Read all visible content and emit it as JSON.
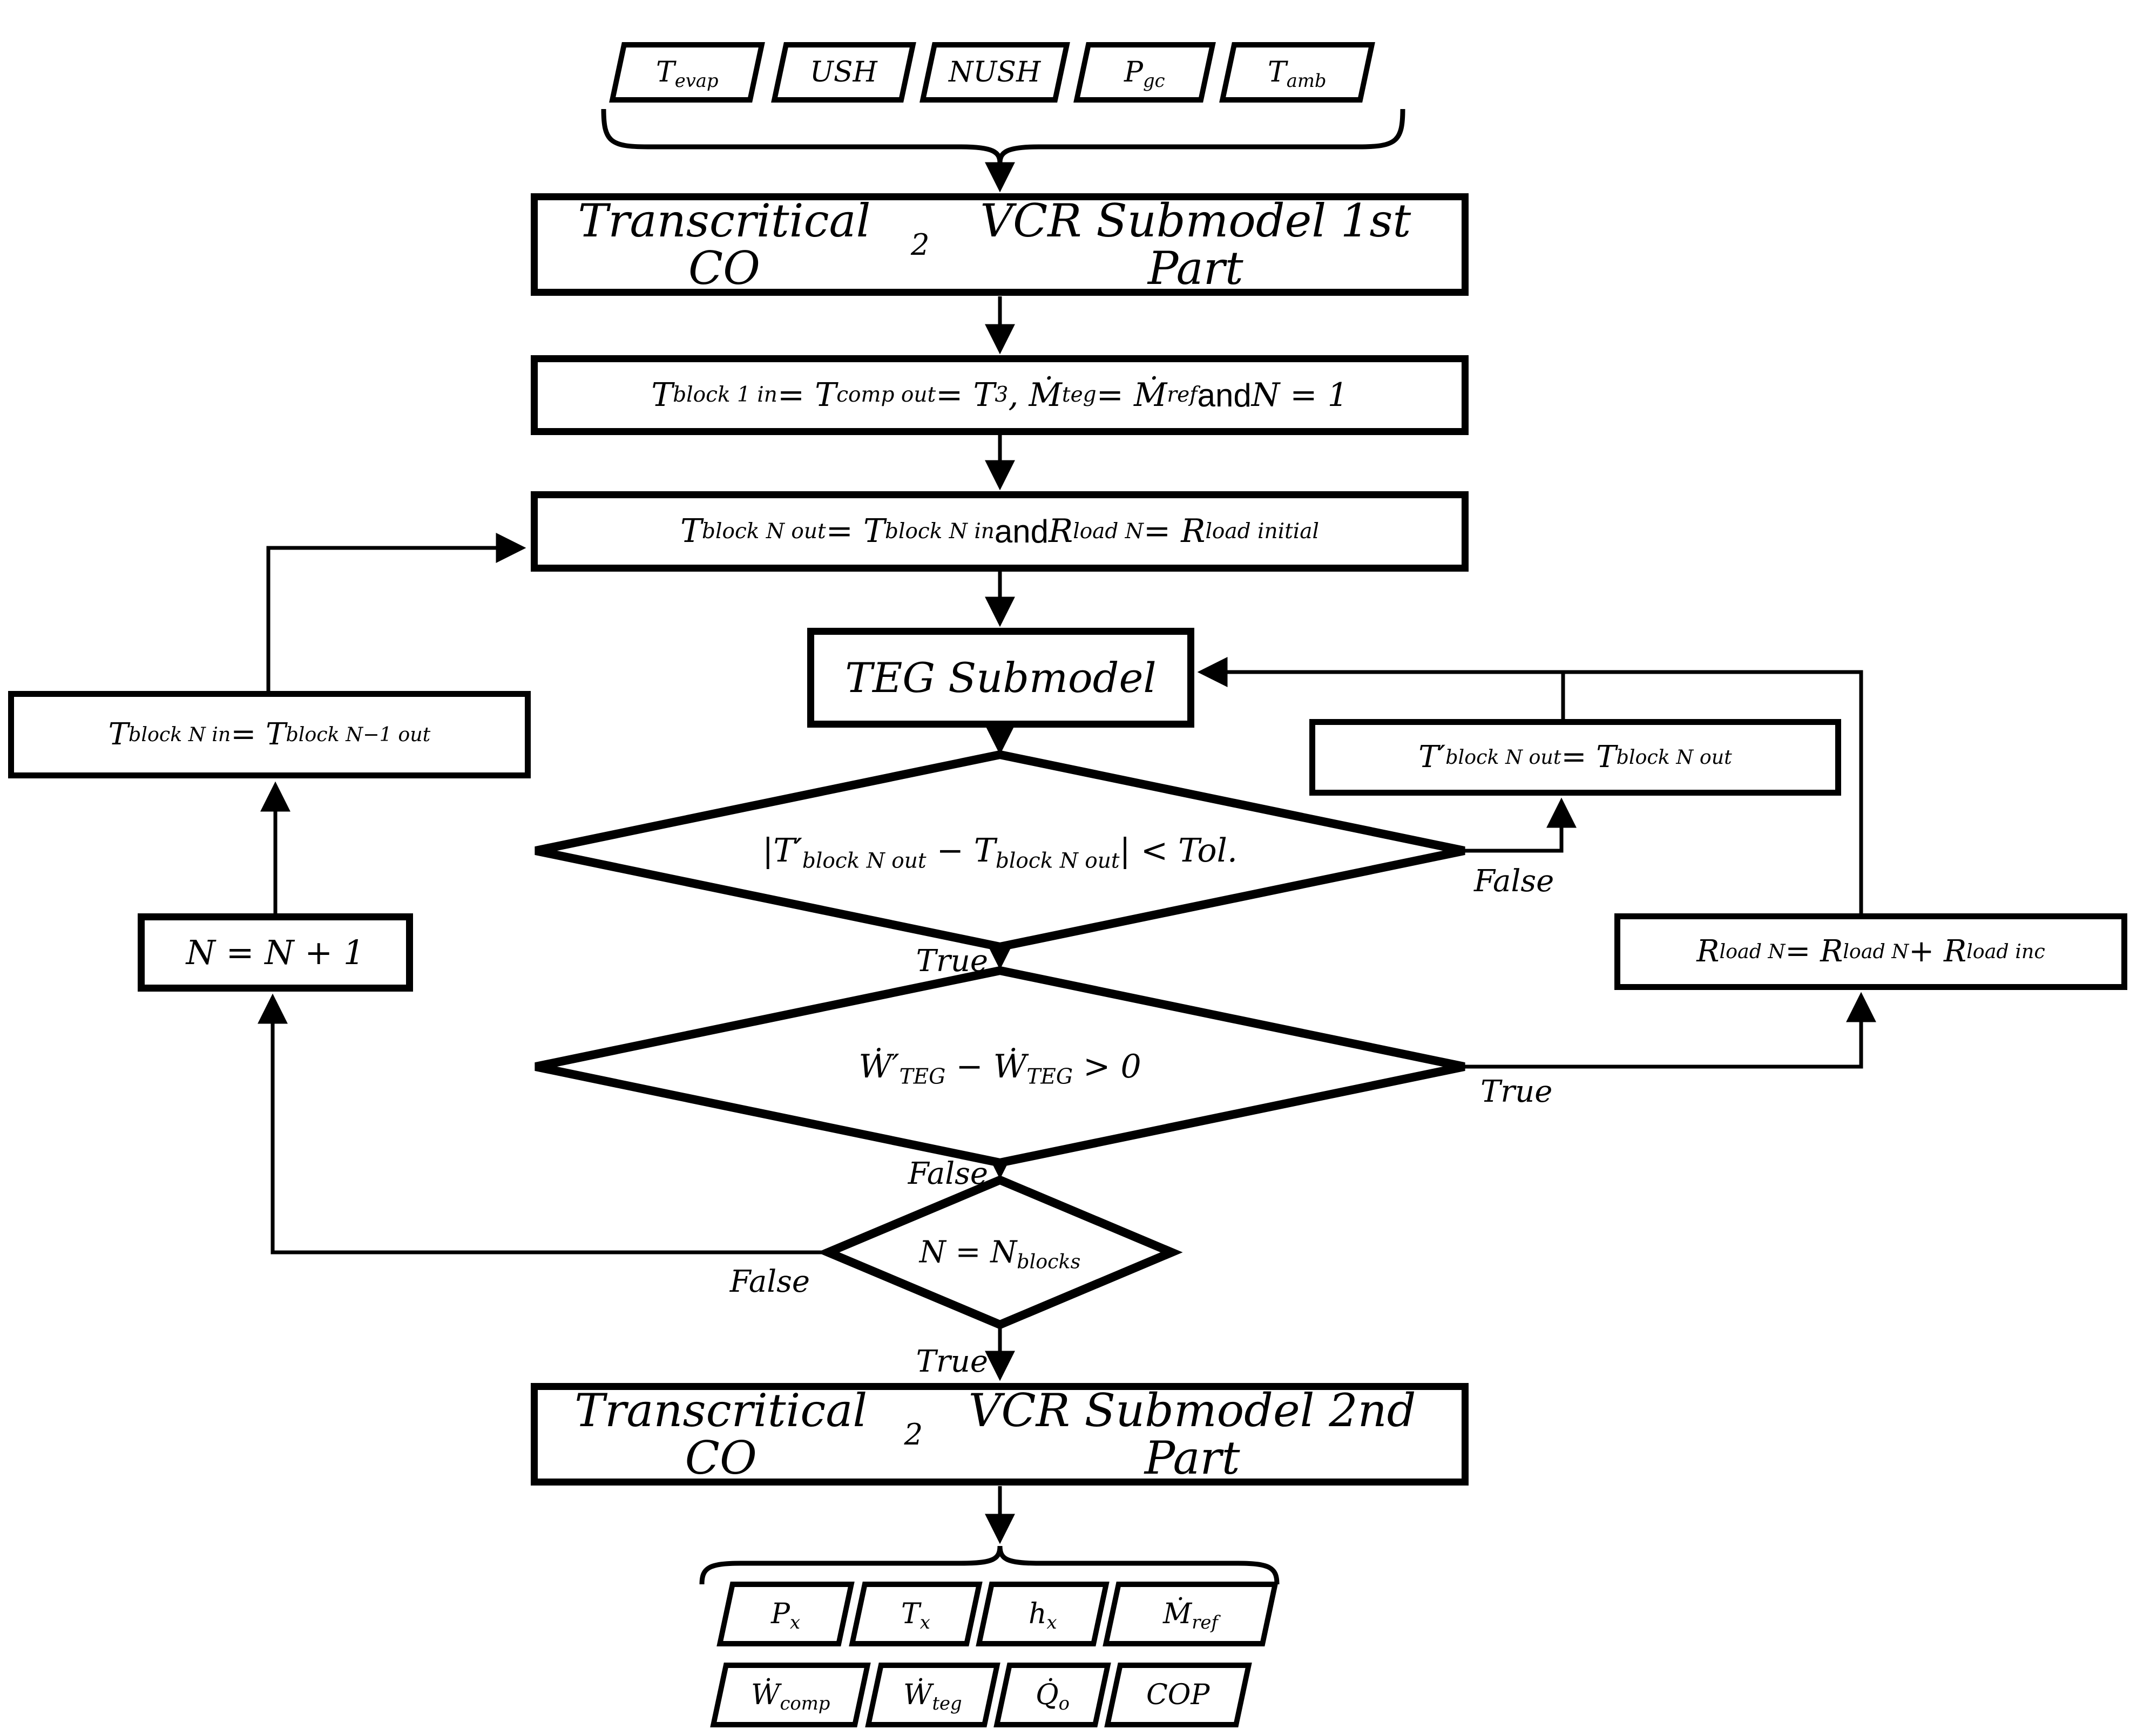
{
  "flowchart": {
    "inputs": [
      "T~evap~",
      "USH",
      "NUSH",
      "P~gc~",
      "T~amb~"
    ],
    "boxes": {
      "vcr_part1": "Transcritical CO~2~ VCR Submodel 1st Part",
      "init": "T~block 1 in~ = T~comp out~ = T~3~, Ṁ~teg~ = Ṁ~ref~ {{and}} N = 1",
      "block_init": "T~block N out~ = T~block N in~ {{and}} R~load N~ = R~load initial~",
      "teg": "TEG Submodel",
      "t_update": "T′~block N out~ = T~block N out~",
      "r_update": "R~load N~ = R~load N~ + R~load inc~",
      "n_increment": "N = N + 1",
      "t_next_block": "T~block N in~ = T~block N−1 out~",
      "vcr_part2": "Transcritical CO~2~ VCR Submodel 2nd Part"
    },
    "decisions": {
      "tolerance": "|T′~block N out~ − T~block N out~| < Tol.",
      "power": "Ẇ′~TEG~ − Ẇ~TEG~ > 0",
      "blocks": "N = N~blocks~"
    },
    "branch_labels": {
      "tolerance_true": "True",
      "tolerance_false": "False",
      "power_true": "True",
      "power_false": "False",
      "blocks_true": "True",
      "blocks_false": "False"
    },
    "outputs_row1": [
      "P~x~",
      "T~x~",
      "h~x~",
      "Ṁ~ref~"
    ],
    "outputs_row2": [
      "Ẇ~comp~",
      "Ẇ~teg~",
      "Q̇~o~",
      "COP"
    ],
    "colors": {
      "line": "#000000",
      "background": "#ffffff"
    }
  }
}
